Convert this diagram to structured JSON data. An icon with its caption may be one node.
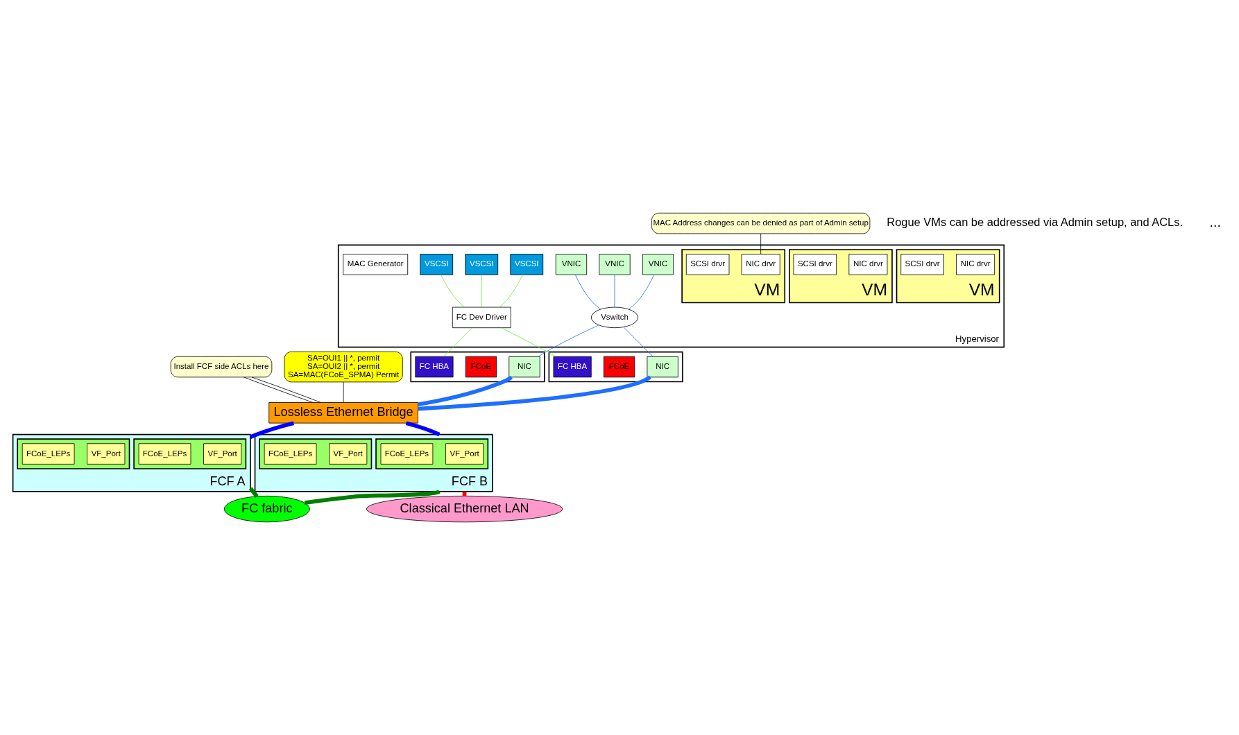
{
  "diagram": {
    "nodes": [
      {
        "text": [],
        "shape": "box",
        "beside": [
          "Hypervisor"
        ]
      },
      {
        "text": [
          "VM"
        ],
        "in": 0
      },
      {
        "text": [
          "NIC drvr"
        ],
        "in": 1
      },
      {
        "text": [
          "SCSI drvr"
        ],
        "in": 1
      },
      {
        "text": [
          "VNIC"
        ],
        "in": 0
      },
      {
        "text": [
          "VSCSI"
        ],
        "in": 0
      },
      {
        "text": [
          "VM"
        ],
        "in": 0
      },
      {
        "text": [
          "NIC drvr"
        ],
        "in": 6
      },
      {
        "text": [
          "SCSI drvr"
        ],
        "in": 6
      },
      {
        "text": [
          "VNIC"
        ],
        "in": 0
      },
      {
        "text": [
          "VSCSI"
        ],
        "in": 0
      },
      {
        "text": [
          "VM"
        ],
        "in": 0
      },
      {
        "text": [
          "NIC drvr"
        ],
        "in": 11
      },
      {
        "text": [
          "SCSI drvr"
        ],
        "in": 11
      },
      {
        "text": [
          "VNIC"
        ],
        "in": 0
      },
      {
        "text": [
          "VSCSI"
        ],
        "in": 0
      },
      {
        "text": [
          "Vswitch"
        ],
        "in": 0
      },
      {
        "text": [
          "FC Dev Driver"
        ],
        "in": 0
      },
      {
        "text": [
          "MAC Generator"
        ],
        "in": 0
      },
      {
        "text": [],
        "shape": "box"
      },
      {
        "text": [
          "NIC"
        ],
        "in": 19
      },
      {
        "text": [
          "FCoE"
        ],
        "in": 19
      },
      {
        "text": [
          "FC HBA"
        ],
        "in": 19
      },
      {
        "text": [],
        "shape": "box"
      },
      {
        "text": [
          "NIC"
        ],
        "in": 23
      },
      {
        "text": [
          "FCoE"
        ],
        "in": 23
      },
      {
        "text": [
          "FC HBA"
        ],
        "in": 23
      },
      {
        "text": [
          "Lossless Ethernet Bridge"
        ]
      },
      {
        "text": [
          "FCF A"
        ]
      },
      {
        "text": [],
        "shape": "box",
        "in": 28
      },
      {
        "text": [
          "VF_Port"
        ],
        "in": 29
      },
      {
        "text": [
          "FCoE_LEPs"
        ],
        "in": 29
      },
      {
        "text": [],
        "shape": "box",
        "in": 28
      },
      {
        "text": [
          "VF_Port"
        ],
        "in": 32
      },
      {
        "text": [
          "FCoE_LEPs"
        ],
        "in": 32
      },
      {
        "text": [
          "FCF B"
        ]
      },
      {
        "text": [],
        "shape": "box",
        "in": 35
      },
      {
        "text": [
          "VF_Port"
        ],
        "in": 36
      },
      {
        "text": [
          "FCoE_LEPs"
        ],
        "in": 36
      },
      {
        "text": [],
        "shape": "box",
        "in": 35
      },
      {
        "text": [
          "VF_Port"
        ],
        "in": 39
      },
      {
        "text": [
          "FCoE_LEPs"
        ],
        "in": 39
      },
      {
        "text": [
          "FC fabric"
        ]
      },
      {
        "text": [
          "Classical Ethernet LAN"
        ]
      },
      {
        "text": [
          "MAC Address changes can be denied as part of Admin setup"
        ]
      },
      {
        "text": [
          "Install FCF side ACLs here"
        ]
      },
      {
        "text": [
          "SA=OUI1 || *, permit",
          "SA=OUI2 || *, permit",
          "SA=MAC(FCoE_SPMA) Permit"
        ]
      }
    ],
    "edges": [
      {
        "from": 4,
        "to": 16,
        "arrow": "none"
      },
      {
        "from": 5,
        "to": 17,
        "arrow": "none",
        "color": "#66ee33"
      },
      {
        "from": 9,
        "to": 16,
        "arrow": "none"
      },
      {
        "from": 10,
        "to": 17,
        "arrow": "none",
        "color": "#66ee33"
      },
      {
        "from": 14,
        "to": 16,
        "arrow": "none"
      },
      {
        "from": 15,
        "to": 17,
        "arrow": "none",
        "color": "#66ee33"
      },
      {
        "from": 16,
        "to": 20,
        "arrow": "none"
      },
      {
        "from": 16,
        "to": 24,
        "arrow": "none"
      },
      {
        "from": 17,
        "to": 22,
        "arrow": "none",
        "color": "#66ee33"
      },
      {
        "from": 17,
        "to": 26,
        "arrow": "none",
        "color": "#66ee33"
      },
      {
        "from": 20,
        "to": 27,
        "arrow": "none",
        "style": "thick"
      },
      {
        "from": 24,
        "to": 27,
        "arrow": "none",
        "style": "thick"
      },
      {
        "from": 27,
        "to": 28,
        "arrow": "none",
        "style": "thick",
        "color": "#0000ff"
      },
      {
        "from": 27,
        "to": 35,
        "arrow": "none",
        "style": "thick",
        "color": "#0000ff"
      },
      {
        "from": 28,
        "to": 42,
        "arrow": "none",
        "style": "thick",
        "color": "#007f00"
      },
      {
        "from": 35,
        "to": 42,
        "arrow": "none",
        "style": "thick",
        "color": "#007f00"
      },
      {
        "from": 35,
        "to": 43,
        "arrow": "none",
        "style": "thick",
        "color": "#ff0000"
      },
      {
        "from": 44,
        "to": 12,
        "arrow": "none",
        "color": "#000000"
      },
      {
        "from": 45,
        "to": 27,
        "arrow": "none",
        "color": "#000000"
      },
      {
        "from": 45,
        "to": 27,
        "arrow": "none",
        "color": "#000000"
      },
      {
        "from": 46,
        "to": 27,
        "arrow": "none",
        "color": "#000000"
      }
    ],
    "labels": [
      "Rogue VMs can be addressed via Admin setup, and ACLs.",
      "..."
    ]
  }
}
